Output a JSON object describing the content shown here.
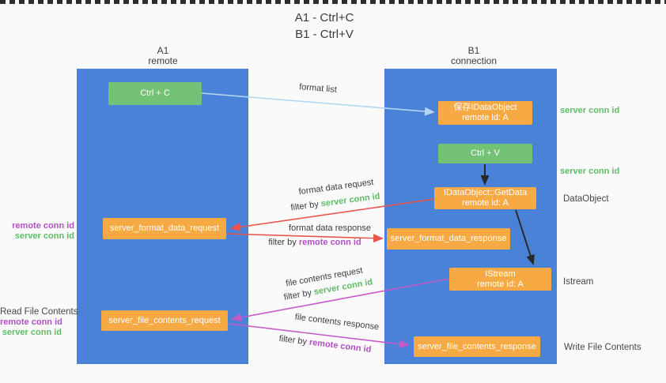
{
  "title": {
    "line1": "A1 - Ctrl+C",
    "line2": "B1 - Ctrl+V"
  },
  "lanes": {
    "a1": {
      "name": "A1",
      "subtitle": "remote"
    },
    "b1": {
      "name": "B1",
      "subtitle": "connection"
    }
  },
  "boxes": {
    "ctrl_c": {
      "label": "Ctrl + C"
    },
    "ctrl_v": {
      "label": "Ctrl + V"
    },
    "save_dataobject": {
      "line1": "保存IDataObject",
      "line2": "remote id: A"
    },
    "getdata": {
      "line1": "IDataObject::GetData",
      "line2": "remote id: A"
    },
    "istream": {
      "line1": "IStream",
      "line2": "remote id: A"
    },
    "format_request": {
      "label": "server_format_data_request"
    },
    "format_response": {
      "label": "server_format_data_response"
    },
    "file_request": {
      "label": "server_file_contents_request"
    },
    "file_response": {
      "label": "server_file_contents_response"
    }
  },
  "arrows": {
    "format_list": {
      "label": "format list"
    },
    "format_data_request": {
      "label": "format data request",
      "filter_prefix": "filter by ",
      "filter_key": "server conn id"
    },
    "format_data_response": {
      "label": "format data response",
      "filter_prefix": "filter by ",
      "filter_key": "remote conn id"
    },
    "file_contents_request": {
      "label": "file contents request",
      "filter_prefix": "filter by ",
      "filter_key": "server conn id"
    },
    "file_contents_response": {
      "label": "file contents response",
      "filter_prefix": "filter by ",
      "filter_key": "remote conn id"
    }
  },
  "annotations": {
    "server_conn_id_top": "server conn id",
    "server_conn_id_mid": "server conn id",
    "dataobject": "DataObject",
    "istream": "Istream",
    "read_file_contents": "Read File Contents",
    "write_file_contents": "Write File Contents",
    "format_row": {
      "remote": "remote conn id",
      "server": "server conn id"
    },
    "file_row": {
      "remote": "remote conn id",
      "server": "server conn id"
    }
  },
  "colors": {
    "lane_blue": "#4a82d8",
    "box_green": "#74c276",
    "box_orange": "#f7a944",
    "green_text": "#5fbc66",
    "purple_text": "#b14fc4",
    "red_arrow": "#e8564e",
    "magenta_arrow": "#c45ac8",
    "light_blue_arrow": "#b3d7f2",
    "black_arrow": "#2a2a2a"
  }
}
